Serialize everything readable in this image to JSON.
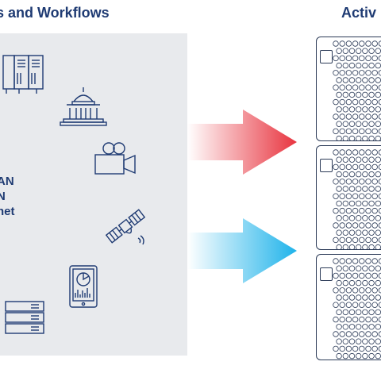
{
  "heading_left": "s and Workflows",
  "heading_right": "Activ",
  "network_labels": [
    "AN",
    "N",
    "net"
  ],
  "icons": [
    "server-rack-icon",
    "government-building-icon",
    "video-camera-icon",
    "satellite-icon",
    "tablet-chart-icon",
    "server-stack-icon"
  ],
  "arrows": [
    {
      "name": "red-arrow",
      "color": "#e8343f"
    },
    {
      "name": "blue-arrow",
      "color": "#1fb3ea"
    }
  ],
  "colors": {
    "navy": "#1f3b73",
    "panel": "#e8eaed",
    "device_outline": "#2b3a57"
  }
}
